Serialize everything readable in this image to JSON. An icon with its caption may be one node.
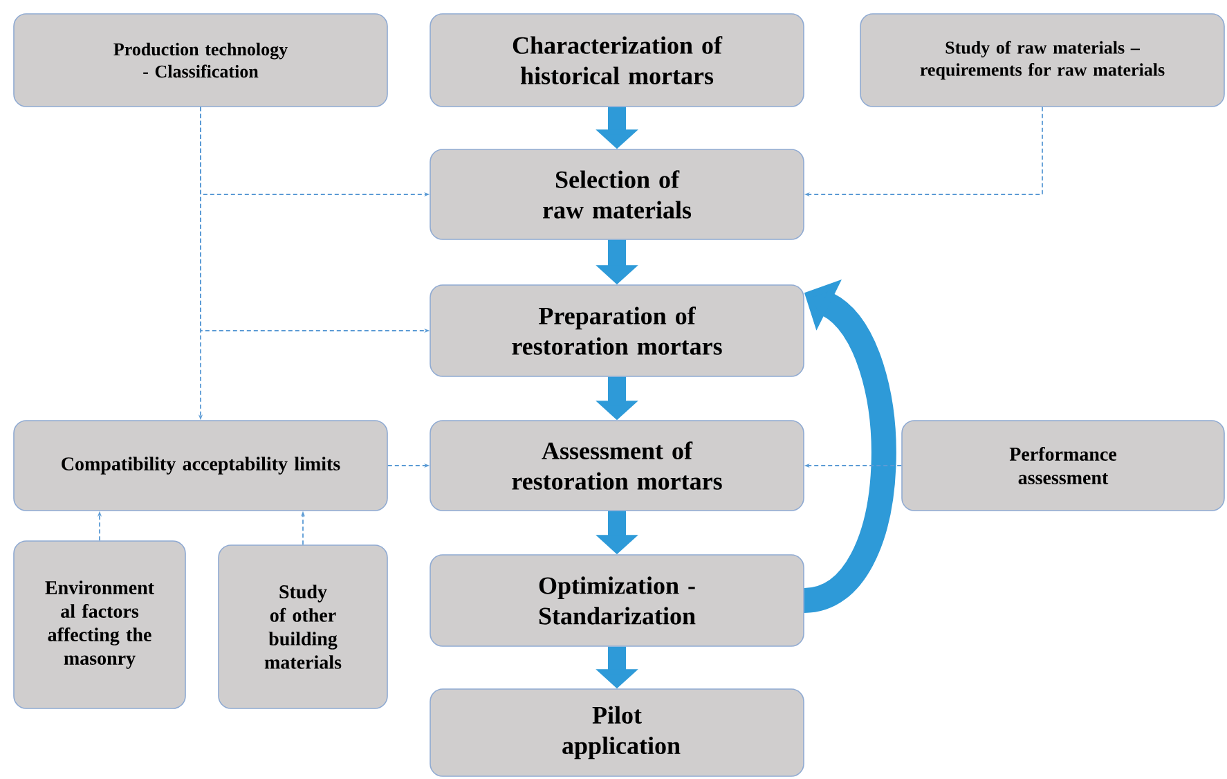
{
  "diagram": {
    "nodes": [
      {
        "text": [
          "Production technology - Classification"
        ]
      },
      {
        "text": [
          "Characterization of historical mortars"
        ]
      },
      {
        "text": [
          "Study of raw materials – requirements for raw materials"
        ]
      },
      {
        "text": [
          "Selection of raw materials"
        ]
      },
      {
        "text": [
          "Preparation of restoration mortars"
        ]
      },
      {
        "text": [
          "Compatibility acceptability limits"
        ]
      },
      {
        "text": [
          "Assessment of restoration mortars"
        ]
      },
      {
        "text": [
          "Performance assessment"
        ]
      },
      {
        "text": [
          "Environment al factors affecting the masonry"
        ]
      },
      {
        "text": [
          "Study of other building materials"
        ]
      },
      {
        "text": [
          "Optimization - Standarization"
        ]
      },
      {
        "text": [
          "Pilot application"
        ]
      }
    ],
    "edges": [
      {
        "from": 1,
        "to": 3,
        "arrow": "to",
        "style": "thick"
      },
      {
        "from": 3,
        "to": 4,
        "arrow": "to",
        "style": "thick"
      },
      {
        "from": 4,
        "to": 6,
        "arrow": "to",
        "style": "thick"
      },
      {
        "from": 6,
        "to": 10,
        "arrow": "to",
        "style": "thick"
      },
      {
        "from": 10,
        "to": 11,
        "arrow": "to",
        "style": "thick"
      },
      {
        "from": 10,
        "to": 4,
        "arrow": "to",
        "style": "thick"
      },
      {
        "from": 0,
        "to": 3,
        "arrow": "to",
        "style": "dashed"
      },
      {
        "from": 0,
        "to": 4,
        "arrow": "to",
        "style": "dashed"
      },
      {
        "from": 0,
        "to": 5,
        "arrow": "to",
        "style": "dashed"
      },
      {
        "from": 2,
        "to": 3,
        "arrow": "to",
        "style": "dashed"
      },
      {
        "from": 5,
        "to": 6,
        "arrow": "to",
        "style": "dashed"
      },
      {
        "from": 7,
        "to": 6,
        "arrow": "to",
        "style": "dashed"
      },
      {
        "from": 8,
        "to": 5,
        "arrow": "to",
        "style": "dashed"
      },
      {
        "from": 9,
        "to": 5,
        "arrow": "to",
        "style": "dashed"
      }
    ]
  }
}
